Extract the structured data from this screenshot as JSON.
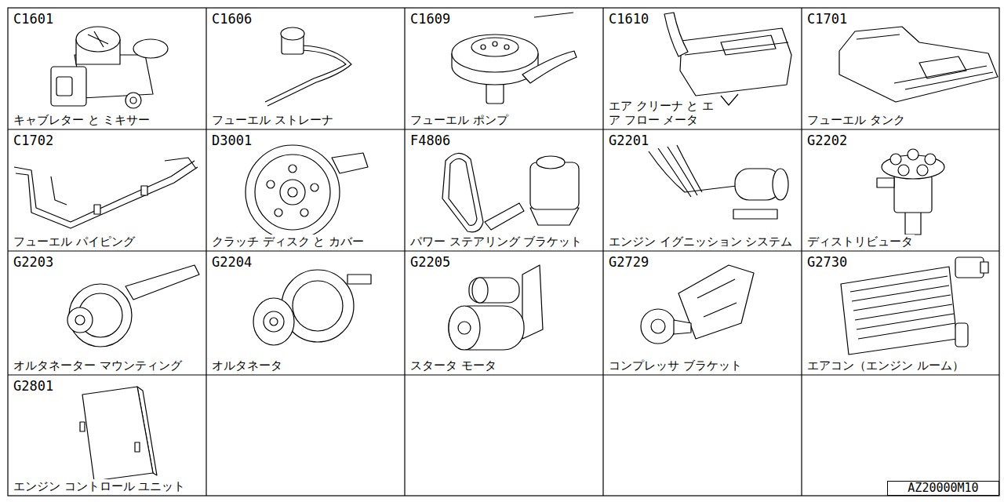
{
  "diagram": {
    "nodes": [
      {
        "text": [
          "C1601",
          "キャブレター と ミキサー"
        ]
      },
      {
        "text": [
          "C1606",
          "フューエル ストレーナ"
        ]
      },
      {
        "text": [
          "C1609",
          "フューエル ポンプ"
        ]
      },
      {
        "text": [
          "C1610",
          "エア クリーナ と エア フロー メータ"
        ]
      },
      {
        "text": [
          "C1701",
          "フューエル タンク"
        ]
      },
      {
        "text": [
          "C1702",
          "フューエル パイピング"
        ]
      },
      {
        "text": [
          "D3001",
          "クラッチ ディスク と カバー"
        ]
      },
      {
        "text": [
          "F4806",
          "パワー ステアリング ブラケット"
        ]
      },
      {
        "text": [
          "G2201",
          "エンジン イグニッション システム"
        ]
      },
      {
        "text": [
          "G2202",
          "ディストリビュータ"
        ]
      },
      {
        "text": [
          "G2203",
          "オルタネーター マウンティング"
        ]
      },
      {
        "text": [
          "G2204",
          "オルタネータ"
        ]
      },
      {
        "text": [
          "G2205",
          "スタータ モータ"
        ]
      },
      {
        "text": [
          "G2729",
          "コンプレッサ ブラケット"
        ]
      },
      {
        "text": [
          "G2730",
          "エアコン（エンジン ルーム）"
        ]
      },
      {
        "text": [
          "G2801",
          "エンジン コントロール ユニット"
        ]
      },
      {
        "text": [
          "AZ20000M10"
        ]
      }
    ]
  }
}
